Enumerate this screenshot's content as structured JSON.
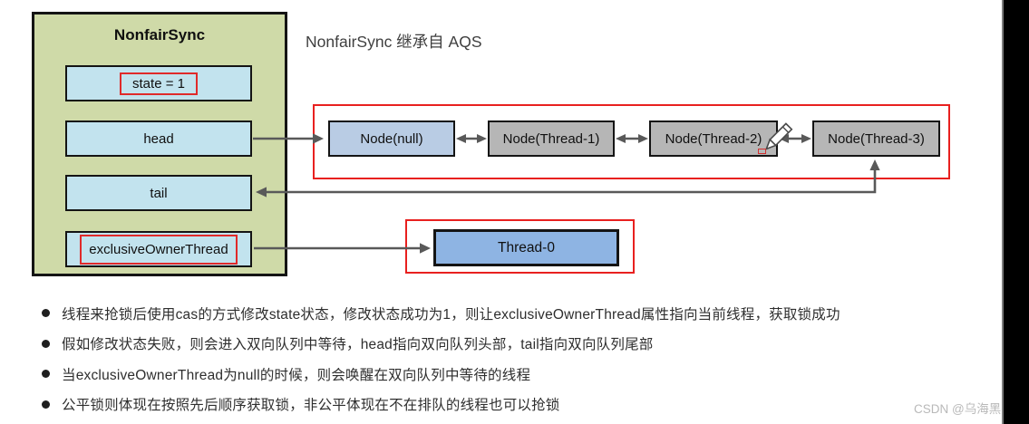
{
  "caption": "NonfairSync 继承自 AQS",
  "class_box": {
    "title": "NonfairSync",
    "fields": [
      {
        "label": "state = 1",
        "highlighted": true
      },
      {
        "label": "head",
        "highlighted": false
      },
      {
        "label": "tail",
        "highlighted": false
      },
      {
        "label": "exclusiveOwnerThread",
        "highlighted": true
      }
    ]
  },
  "queue": {
    "nodes": [
      {
        "label": "Node(null)",
        "variant": "blue"
      },
      {
        "label": "Node(Thread-1)",
        "variant": "gray"
      },
      {
        "label": "Node(Thread-2)",
        "variant": "gray"
      },
      {
        "label": "Node(Thread-3)",
        "variant": "gray"
      }
    ]
  },
  "owner_thread": {
    "label": "Thread-0"
  },
  "bullets": [
    "线程来抢锁后使用cas的方式修改state状态，修改状态成功为1，则让exclusiveOwnerThread属性指向当前线程，获取锁成功",
    "假如修改状态失败，则会进入双向队列中等待，head指向双向队列头部，tail指向双向队列尾部",
    "当exclusiveOwnerThread为null的时候，则会唤醒在双向队列中等待的线程",
    "公平锁则体现在按照先后顺序获取锁，非公平体现在不在排队的线程也可以抢锁"
  ],
  "watermark": "CSDN @乌海黑",
  "colors": {
    "accent_red": "#e8201f",
    "class_box_green": "#cfdaa8",
    "field_blue": "#c2e3ee",
    "node_blue": "#b9cce4",
    "node_gray": "#b6b6b6",
    "thread_blue": "#8eb4e3",
    "arrow_gray": "#595959",
    "side_strip_black": "#000000"
  }
}
